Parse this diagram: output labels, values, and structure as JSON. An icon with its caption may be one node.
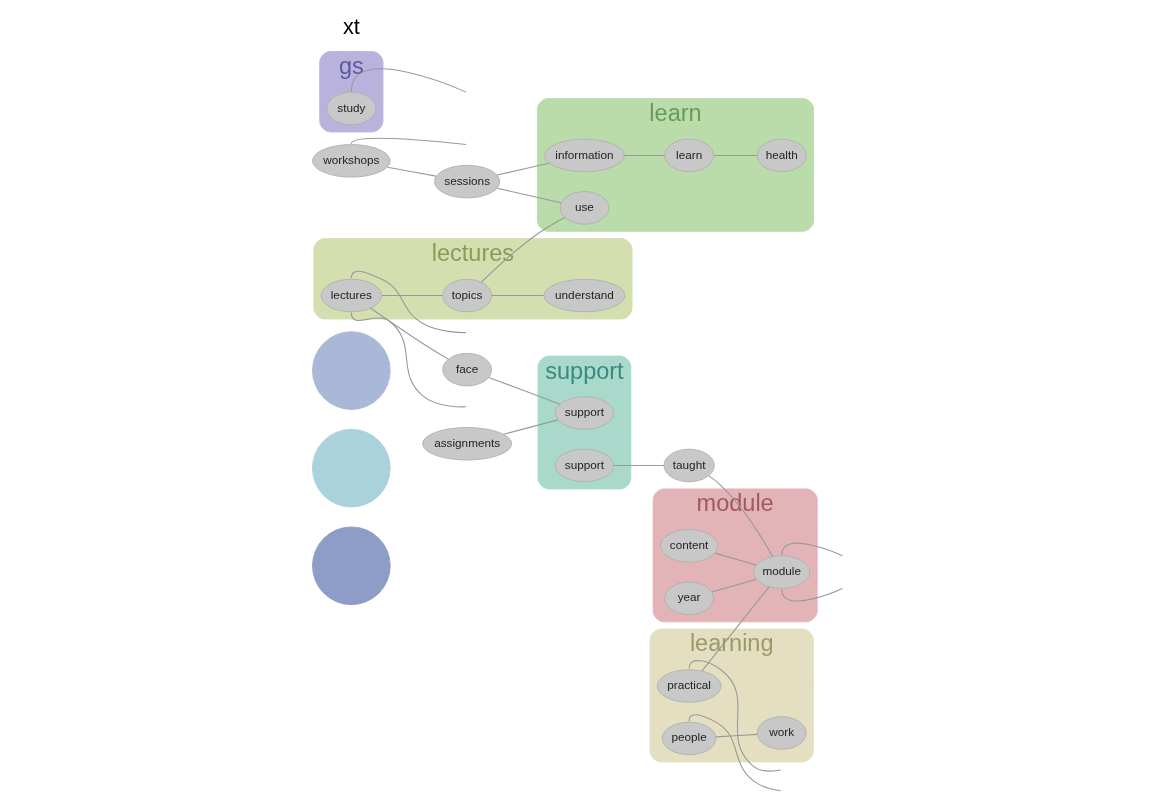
{
  "diagram": {
    "nodes": [
      {
        "text": [],
        "shape": "circle"
      },
      {
        "text": [],
        "shape": "circle"
      },
      {
        "text": [],
        "shape": "circle"
      },
      {
        "text": [
          "workshops"
        ]
      },
      {
        "text": [
          "gs"
        ]
      },
      {
        "text": [
          "study"
        ],
        "in": 4
      },
      {
        "text": [
          "lectures"
        ]
      },
      {
        "text": [
          "lectures"
        ],
        "in": 6
      },
      {
        "text": [
          "topics"
        ],
        "in": 6
      },
      {
        "text": [
          "understand"
        ],
        "in": 6
      },
      {
        "text": [
          "assignments"
        ]
      },
      {
        "text": [
          "learn"
        ]
      },
      {
        "text": [
          "sessions"
        ]
      },
      {
        "text": [
          "use"
        ],
        "in": 11
      },
      {
        "text": [
          "information"
        ],
        "in": 11
      },
      {
        "text": [
          "learn"
        ],
        "in": 11
      },
      {
        "text": [
          "health"
        ],
        "in": 11
      },
      {
        "text": [
          "face"
        ]
      },
      {
        "text": [
          "support"
        ]
      },
      {
        "text": [
          "support"
        ],
        "in": 18
      },
      {
        "text": [
          "support"
        ],
        "in": 18
      },
      {
        "text": [
          "taught"
        ]
      },
      {
        "text": [
          "module"
        ]
      },
      {
        "text": [
          "content"
        ],
        "in": 22
      },
      {
        "text": [
          "year"
        ],
        "in": 22
      },
      {
        "text": [
          "module"
        ],
        "in": 22
      },
      {
        "text": [
          "learning"
        ]
      },
      {
        "text": [
          "work"
        ],
        "in": 26
      },
      {
        "text": [
          "people"
        ],
        "in": 26
      },
      {
        "text": [
          "practical"
        ],
        "in": 26
      }
    ],
    "edges": [
      {
        "from": 5,
        "to": null,
        "arrow": "none"
      },
      {
        "from": 3,
        "to": null,
        "arrow": "none"
      },
      {
        "from": 3,
        "to": 12,
        "arrow": "none"
      },
      {
        "from": 7,
        "to": null,
        "arrow": "none"
      },
      {
        "from": 7,
        "to": null,
        "arrow": "none"
      },
      {
        "from": 7,
        "to": 8,
        "arrow": "none"
      },
      {
        "from": 7,
        "to": 17,
        "arrow": "none"
      },
      {
        "from": 8,
        "to": 13,
        "arrow": "none"
      },
      {
        "from": 8,
        "to": 9,
        "arrow": "none"
      },
      {
        "from": 12,
        "to": 13,
        "arrow": "none"
      },
      {
        "from": 12,
        "to": 14,
        "arrow": "none"
      },
      {
        "from": 14,
        "to": 15,
        "arrow": "none"
      },
      {
        "from": 15,
        "to": 16,
        "arrow": "none"
      },
      {
        "from": 17,
        "to": 19,
        "arrow": "none"
      },
      {
        "from": 10,
        "to": 19,
        "arrow": "none"
      },
      {
        "from": 20,
        "to": 21,
        "arrow": "none"
      },
      {
        "from": 21,
        "to": 25,
        "arrow": "none"
      },
      {
        "from": 23,
        "to": 25,
        "arrow": "none"
      },
      {
        "from": 24,
        "to": 25,
        "arrow": "none"
      },
      {
        "from": 29,
        "to": 25,
        "arrow": "none"
      },
      {
        "from": 25,
        "to": null,
        "arrow": "none"
      },
      {
        "from": 25,
        "to": null,
        "arrow": "none"
      },
      {
        "from": 29,
        "to": null,
        "arrow": "none"
      },
      {
        "from": 28,
        "to": 27,
        "arrow": "none"
      },
      {
        "from": 28,
        "to": null,
        "arrow": "none"
      }
    ],
    "labels": [
      "xt"
    ]
  }
}
